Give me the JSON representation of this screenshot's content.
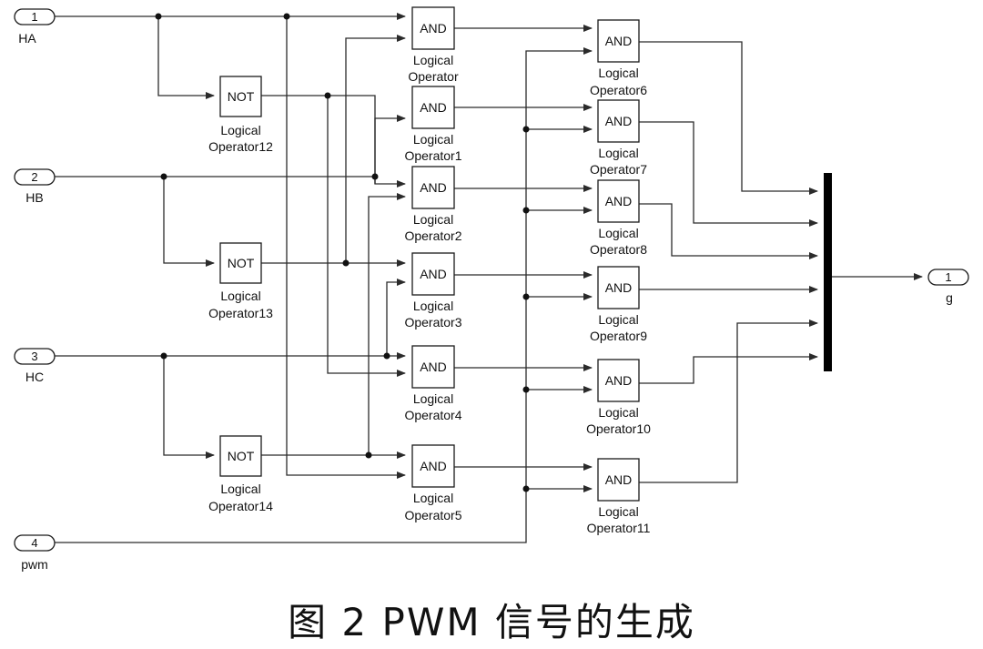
{
  "inports": [
    {
      "number": "1",
      "name": "HA"
    },
    {
      "number": "2",
      "name": "HB"
    },
    {
      "number": "3",
      "name": "HC"
    },
    {
      "number": "4",
      "name": "pwm"
    }
  ],
  "not_blocks": [
    {
      "text": "NOT",
      "line1": "Logical",
      "line2": "Operator12"
    },
    {
      "text": "NOT",
      "line1": "Logical",
      "line2": "Operator13"
    },
    {
      "text": "NOT",
      "line1": "Logical",
      "line2": "Operator14"
    }
  ],
  "and_blocks_first": [
    {
      "text": "AND",
      "line1": "Logical",
      "line2": "Operator"
    },
    {
      "text": "AND",
      "line1": "Logical",
      "line2": "Operator1"
    },
    {
      "text": "AND",
      "line1": "Logical",
      "line2": "Operator2"
    },
    {
      "text": "AND",
      "line1": "Logical",
      "line2": "Operator3"
    },
    {
      "text": "AND",
      "line1": "Logical",
      "line2": "Operator4"
    },
    {
      "text": "AND",
      "line1": "Logical",
      "line2": "Operator5"
    }
  ],
  "and_blocks_second": [
    {
      "text": "AND",
      "line1": "Logical",
      "line2": "Operator6"
    },
    {
      "text": "AND",
      "line1": "Logical",
      "line2": "Operator7"
    },
    {
      "text": "AND",
      "line1": "Logical",
      "line2": "Operator8"
    },
    {
      "text": "AND",
      "line1": "Logical",
      "line2": "Operator9"
    },
    {
      "text": "AND",
      "line1": "Logical",
      "line2": "Operator10"
    },
    {
      "text": "AND",
      "line1": "Logical",
      "line2": "Operator11"
    }
  ],
  "outport": {
    "number": "1",
    "name": "g"
  },
  "caption": "图 2  PWM 信号的生成"
}
